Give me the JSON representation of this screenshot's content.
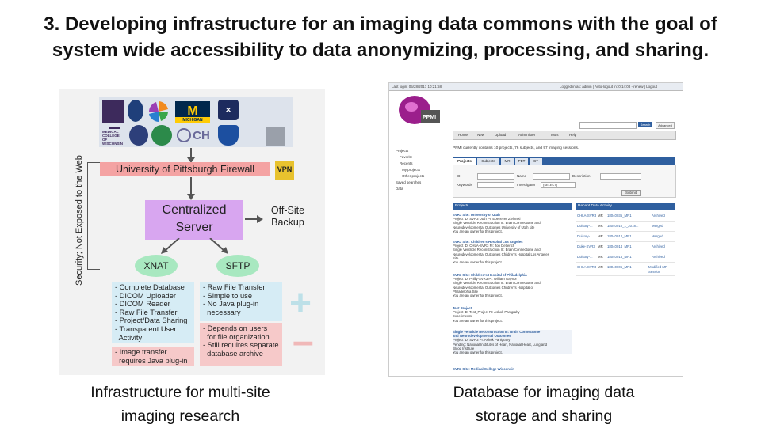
{
  "title_line1": "3. Developing infrastructure for an imaging data commons with the goal of",
  "title_line2": "system wide accessibility to data anonymizing, processing, and sharing.",
  "diagram": {
    "security_label": "Security; Not Exposed to the Web",
    "firewall": "University of Pittsburgh Firewall",
    "vpn": "VPN",
    "server_line1": "Centralized",
    "server_line2": "Server",
    "offsite_line1": "Off-Site",
    "offsite_line2": "Backup",
    "xnat": "XNAT",
    "sftp": "SFTP",
    "xnat_pros": [
      "- Complete Database",
      "- DICOM Uploader",
      "- DICOM Reader",
      "- Raw File Transfer",
      "- Project/Data Sharing",
      "- Transparent User",
      "  Activity"
    ],
    "xnat_cons": [
      "- Image transfer",
      "  requires Java plug-in"
    ],
    "sftp_pros": [
      "- Raw File Transfer",
      "- Simple to use",
      "- No Java plug-in",
      "  necessary"
    ],
    "sftp_cons": [
      "- Depends on users",
      "  for file organization",
      "- Still requires separate",
      "  database archive"
    ],
    "plus": "+",
    "minus": "–",
    "logo_texts": {
      "medical_college": "MEDICAL COLLEGE",
      "wisconsin": "OF WISCONSIN",
      "michigan": "MICHIGAN",
      "ch": "CH"
    },
    "colors": {
      "firewall": "#f4a3a3",
      "server": "#d8a6f0",
      "bubble": "#a8e8c0",
      "pro": "#d6ecf5",
      "con": "#f6c9c9",
      "vpn": "#e8c22e"
    }
  },
  "screenshot": {
    "topbar_left": "Last login: 05/28/2017 10:21:58",
    "topbar_right": "Logged in as: admin | Auto-logout in: 0:14:08 - renew | Logout",
    "logo_text": "PPMI",
    "nav": [
      "Home",
      "New",
      "Upload",
      "Administer",
      "Tools",
      "Help"
    ],
    "search_btn": "Search",
    "advanced_btn": "Advanced",
    "tree": [
      "Projects",
      "Favorite",
      "Recents",
      "My projects",
      "Other projects",
      "Saved searches",
      "Data"
    ],
    "summary": "PPMI currently contains 10 projects, 76 subjects, and 97 imaging sessions.",
    "tabs": [
      "Projects",
      "Subjects",
      "MR",
      "PET",
      "CT"
    ],
    "form": {
      "id": "ID",
      "name": "Name",
      "description": "Description",
      "keywords": "Keywords",
      "investigator": "Investigator",
      "investigator_value": "(SELECT)",
      "submit": "Submit"
    },
    "projects_header": "Projects",
    "projects": [
      {
        "title": "SVR3 Site: University of Utah",
        "lines": [
          "Project ID: SVR3 Utah  PI: Ebenezer Zielinski",
          "Single Ventricle Reconstruction III: Brain Connectome and",
          "Neurodevelopmental Outcomes University of Utah site",
          "You are an owner for this project."
        ]
      },
      {
        "title": "SVR3 Site: Children's Hospital Los Angeles",
        "lines": [
          "Project ID: CHLA-SVR3  PI: Jon Detterich",
          "Single Ventricle Reconstruction III: Brain Connectome and",
          "Neurodevelopmental Outcomes Children's Hospital Los Angeles",
          "Site",
          "You are an owner for this project."
        ]
      },
      {
        "title": "SVR3 Site: Children's Hospital of Philadelphia",
        "lines": [
          "Project ID: Philly-SVR3  PI: William Gaynor",
          "Single Ventricle Reconstruction III: Brain Connectome and",
          "Neurodevelopmental Outcomes Children's Hospital of",
          "Philadelphia Site",
          "You are an owner for this project."
        ]
      },
      {
        "title": "Test Project",
        "lines": [
          "Project ID: Test_Project  PI: Ashok Panigrahy",
          "Experiments",
          "You are an owner for this project."
        ]
      },
      {
        "title": "Single Ventricle Reconstruction III: Brain Connectome",
        "lines": [
          "and Neurodevelopmental Outcomes",
          "Project ID: SVR3  PI: Ashok Panigrahy",
          "Pending: National Institutes of Heart, National Heart, Lung and",
          "Blood Institute",
          "You are an owner for this project."
        ]
      },
      {
        "title": "SVR3 Site: Medical College Wisconsin",
        "lines": []
      }
    ],
    "activity_header": "Recent Data Activity",
    "activity": [
      {
        "who": "CHLA-SVR3",
        "type": "MR",
        "id": "18040035_MR1",
        "status": "Archived"
      },
      {
        "who": "Duisory-...",
        "type": "MR",
        "id": "18040010_1_2018...",
        "status": "Merged"
      },
      {
        "who": "Duisory-...",
        "type": "MR",
        "id": "18040012_MR1",
        "status": "Merged"
      },
      {
        "who": "Duke-SVR3",
        "type": "MR",
        "id": "18040014_MR1",
        "status": "Archived"
      },
      {
        "who": "Duisory-...",
        "type": "MR",
        "id": "18040015_MR1",
        "status": "Archived"
      },
      {
        "who": "CHLA-SVR3",
        "type": "MR",
        "id": "18040006_MR1",
        "status": "Modified MR Session"
      }
    ]
  },
  "caption_left_line1": "Infrastructure for multi-site",
  "caption_left_line2": "imaging research",
  "caption_right_line1": "Database for imaging data",
  "caption_right_line2": "storage and sharing"
}
